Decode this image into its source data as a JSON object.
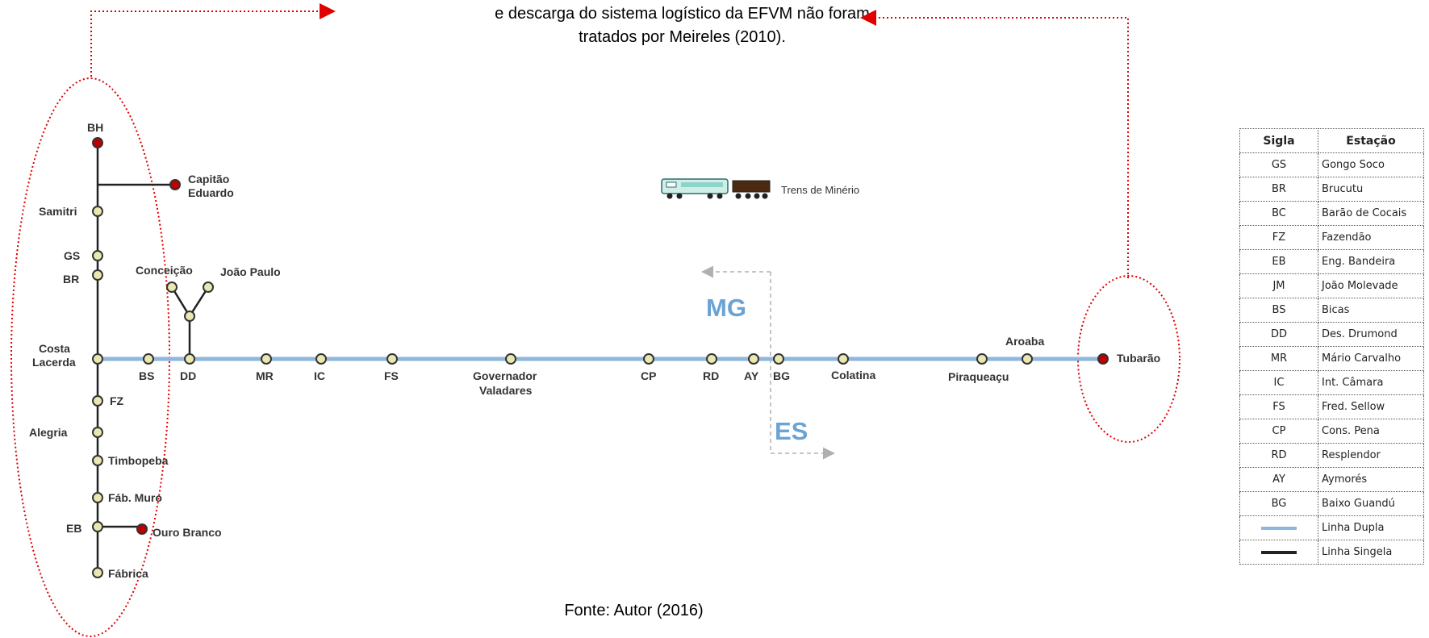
{
  "caption": {
    "line1": "e descarga do sistema logístico da EFVM não foram",
    "line2": "tratados por Meireles (2010)."
  },
  "source": "Fonte: Autor (2016)",
  "regions": {
    "mg": "MG",
    "es": "ES"
  },
  "train_label": "Trens de Minério",
  "colors": {
    "double_line": "#8fb6dc",
    "single_line": "#222222",
    "terminal": "#c00000",
    "station": "#e8e8b0",
    "annotation": "#e00000",
    "region": "#6aa3d5"
  },
  "stations": {
    "bh": "BH",
    "capitao": "Capitão",
    "eduardo": "Eduardo",
    "samitri": "Samitri",
    "gs": "GS",
    "br": "BR",
    "conceicao": "Conceição",
    "joao_paulo": "João Paulo",
    "costa": "Costa",
    "lacerda": "Lacerda",
    "bs": "BS",
    "dd": "DD",
    "mr": "MR",
    "ic": "IC",
    "fs": "FS",
    "governador": "Governador",
    "valadares": "Valadares",
    "cp": "CP",
    "rd": "RD",
    "ay": "AY",
    "bg": "BG",
    "colatina": "Colatina",
    "piraqueacu": "Piraqueaçu",
    "aroaba": "Aroaba",
    "tubarao": "Tubarão",
    "fz": "FZ",
    "alegria": "Alegria",
    "timbopeba": "Timbopeba",
    "fab_muro": "Fáb. Muro",
    "eb": "EB",
    "ouro_branco": "Ouro Branco",
    "fabrica": "Fábrica"
  },
  "legend": {
    "header": [
      "Sigla",
      "Estação"
    ],
    "rows": [
      [
        "GS",
        "Gongo Soco"
      ],
      [
        "BR",
        "Brucutu"
      ],
      [
        "BC",
        "Barão de Cocais"
      ],
      [
        "FZ",
        "Fazendão"
      ],
      [
        "EB",
        "Eng. Bandeira"
      ],
      [
        "JM",
        "João Molevade"
      ],
      [
        "BS",
        "Bicas"
      ],
      [
        "DD",
        "Des. Drumond"
      ],
      [
        "MR",
        "Mário Carvalho"
      ],
      [
        "IC",
        "Int. Câmara"
      ],
      [
        "FS",
        "Fred. Sellow"
      ],
      [
        "CP",
        "Cons. Pena"
      ],
      [
        "RD",
        "Resplendor"
      ],
      [
        "AY",
        "Aymorés"
      ],
      [
        "BG",
        "Baixo Guandú"
      ]
    ],
    "line_rows": [
      "Linha Dupla",
      "Linha Singela"
    ]
  }
}
